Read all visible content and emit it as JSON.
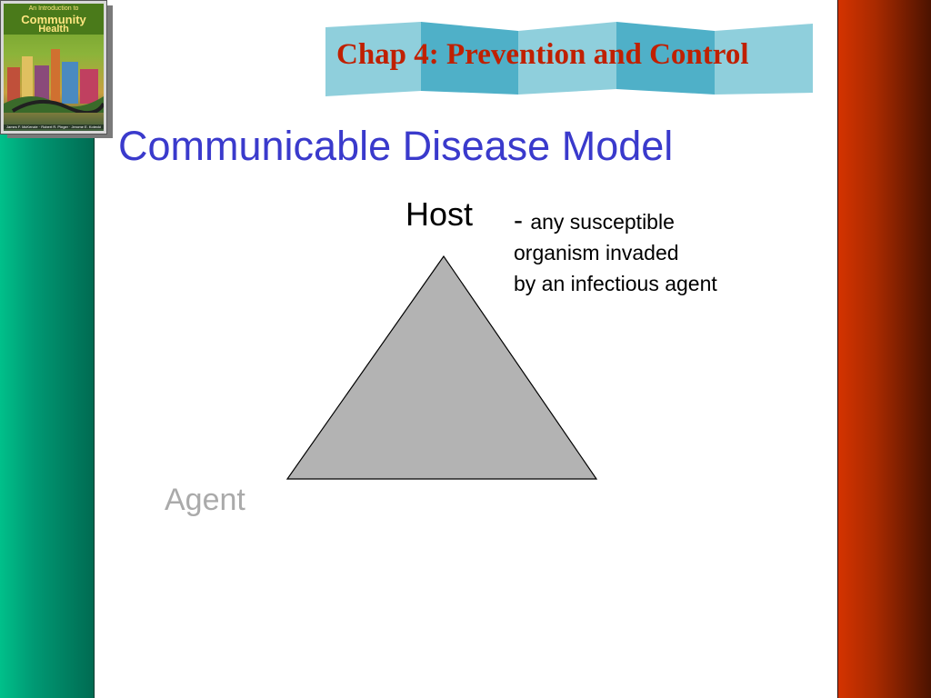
{
  "header": {
    "chapter_title": "Chap 4: Prevention and Control"
  },
  "book": {
    "line1": "An Introduction to",
    "line2": "Community",
    "line3": "Health",
    "authors": "James F. McKenzie · Robert R. Pinger · Jerome E. Kotecki"
  },
  "slide": {
    "title": "Communicable Disease Model"
  },
  "diagram": {
    "host_label": "Host",
    "host_dash": "- ",
    "host_desc_line1": "any susceptible",
    "host_desc_line2": "organism invaded",
    "host_desc_line3": "by an infectious agent",
    "agent_label": "Agent",
    "triangle_fill": "#b3b3b3"
  },
  "colors": {
    "left_bar": "#009a74",
    "right_bar": "#a82a00",
    "chapter_title": "#c02000",
    "slide_title": "#3a3acc",
    "agent_label": "#aaaaaa",
    "banner": "#5fb8cc"
  }
}
